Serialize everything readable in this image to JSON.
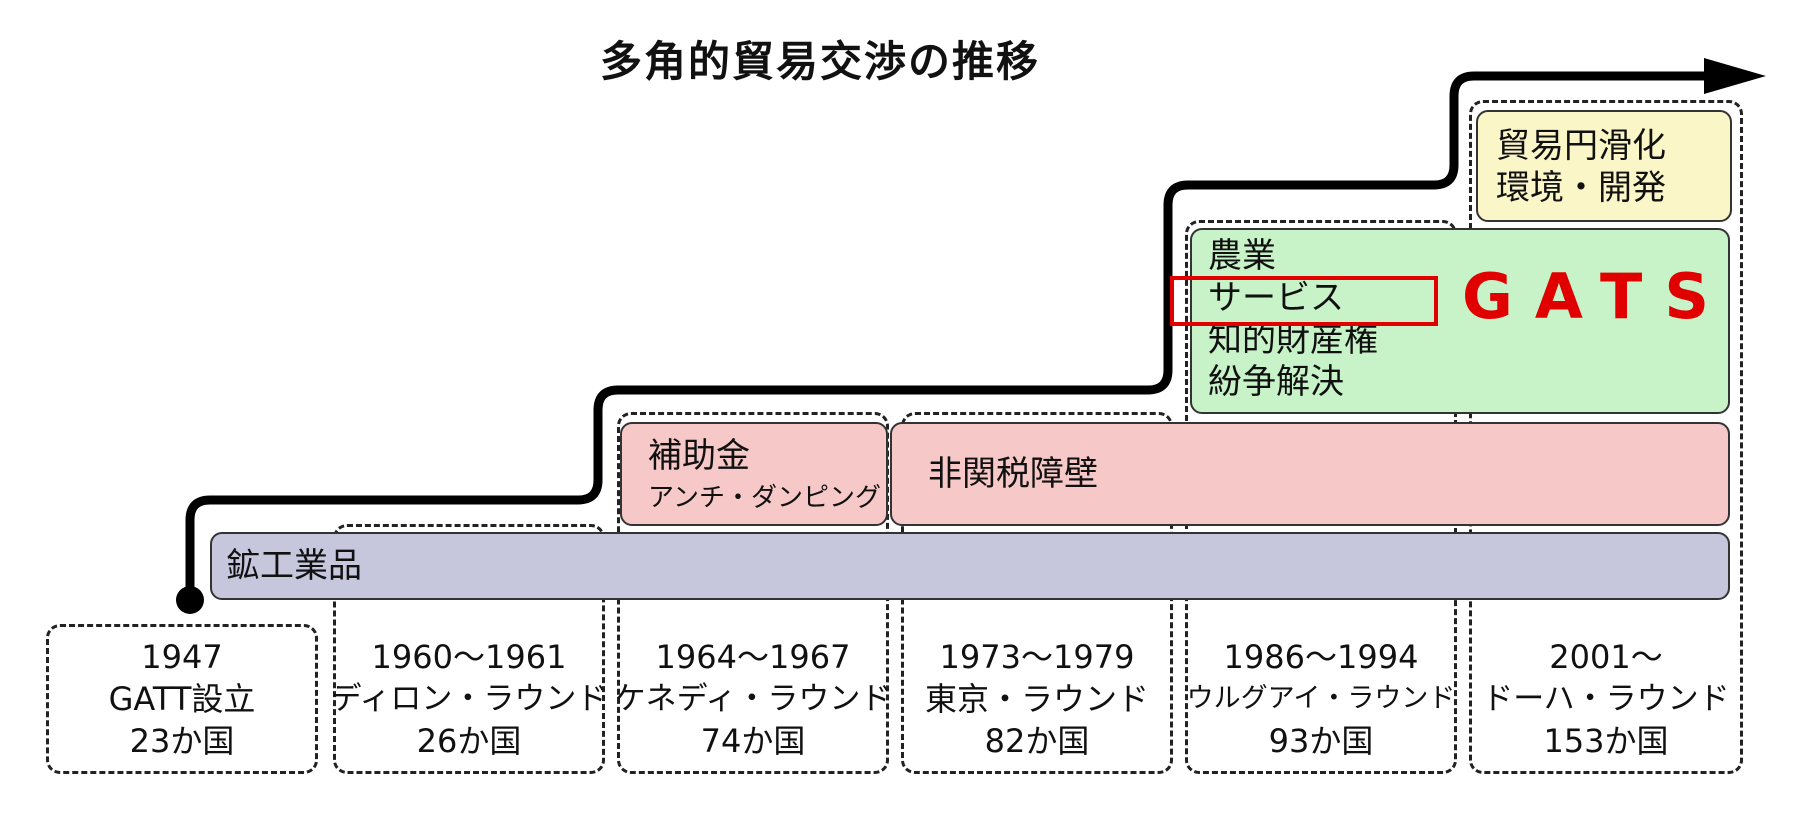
{
  "title": "多角的貿易交渉の推移",
  "rounds": [
    {
      "years": "1947",
      "name": "GATT設立",
      "countries": "23か国"
    },
    {
      "years": "1960～1961",
      "name": "ディロン・ラウンド",
      "countries": "26か国"
    },
    {
      "years": "1964～1967",
      "name": "ケネディ・ラウンド",
      "countries": "74か国"
    },
    {
      "years": "1973～1979",
      "name": "東京・ラウンド",
      "countries": "82か国"
    },
    {
      "years": "1986～1994",
      "name": "ウルグアイ・ラウンド",
      "countries": "93か国"
    },
    {
      "years": "2001～",
      "name": "ドーハ・ラウンド",
      "countries": "153か国"
    }
  ],
  "themes": {
    "mining_industrial": "鉱工業品",
    "subsidy": "補助金",
    "antidumping": "アンチ・ダンピング",
    "non_tariff": "非関税障壁",
    "agriculture": "農業",
    "services": "サービス",
    "ip": "知的財産権",
    "dispute": "紛争解決",
    "trade_facilitation": "貿易円滑化",
    "environment_dev": "環境・開発",
    "gats": "GATS"
  },
  "colors": {
    "band_purple": "#c6c6dc",
    "band_pink": "#f7c8c8",
    "band_green": "#c8f2c8",
    "band_yellow": "#fbf6c8",
    "highlight_red": "#e00000"
  }
}
